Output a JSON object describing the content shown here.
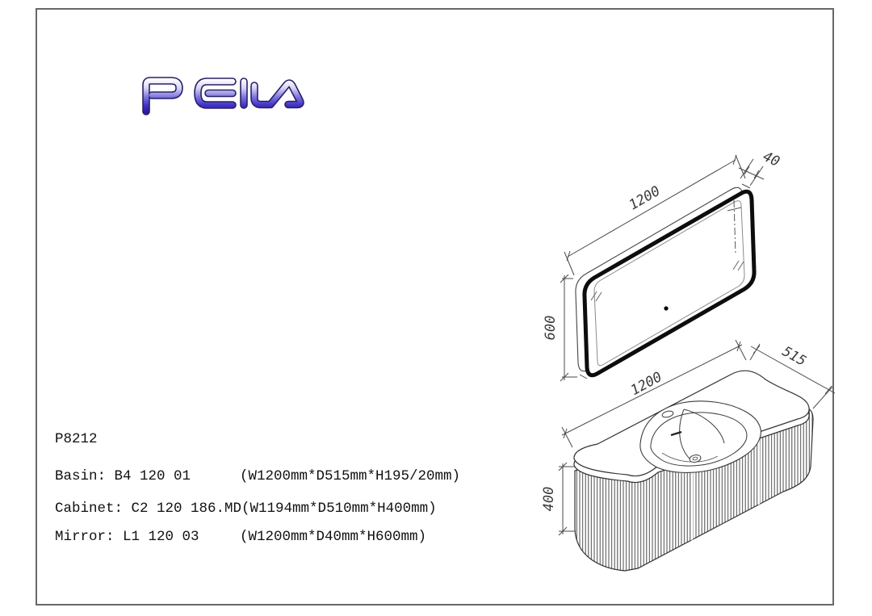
{
  "page": {
    "background": "#ffffff",
    "border_color": "#686868"
  },
  "logo": {
    "text": "PEILA",
    "gradient_top": "#ffffff",
    "gradient_mid_light": "#d7d3f4",
    "gradient_mid": "#7f76dd",
    "gradient_deep": "#4334c8",
    "gradient_bottom": "#2a1da6",
    "outline_color": "#272066"
  },
  "specs": {
    "product_code": "P8212",
    "rows": [
      {
        "label": "Basin: B4 120 01",
        "dims": "(W1200mm*D515mm*H195/20mm)"
      },
      {
        "label": "Cabinet: C2 120 186.MD",
        "dims": "(W1194mm*D510mm*H400mm)"
      },
      {
        "label": "Mirror: L1 120 03",
        "dims": "(W1200mm*D40mm*H600mm)"
      }
    ]
  },
  "drawings": {
    "mirror": {
      "title": "mirror-drawing",
      "width_label": "1200",
      "depth_label": "40",
      "height_label": "600"
    },
    "cabinet": {
      "title": "cabinet-drawing",
      "width_label": "1200",
      "depth_label": "515",
      "height_label": "400"
    }
  }
}
